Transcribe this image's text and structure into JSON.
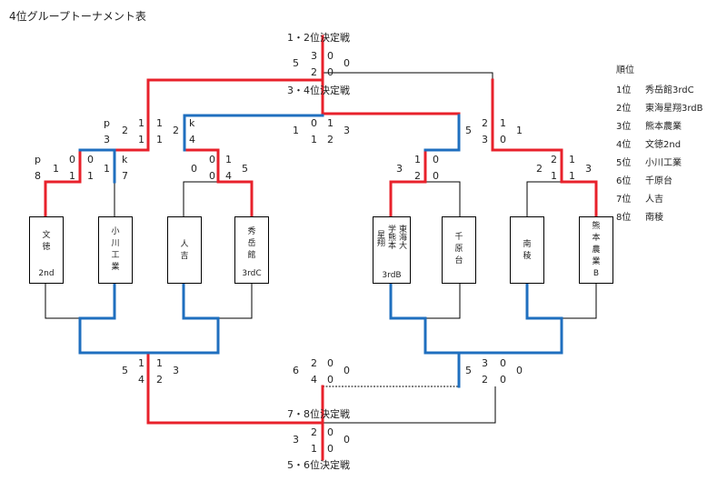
{
  "title": "4位グループトーナメント表",
  "match_titles": {
    "final_12": "1・2位決定戦",
    "final_34": "3・4位決定戦",
    "final_78": "7・8位決定戦",
    "final_56": "5・6位決定戦"
  },
  "teams": [
    {
      "name_col": [
        "文",
        "徳"
      ],
      "suffix": "2nd"
    },
    {
      "name_col": [
        "小",
        "川",
        "工",
        "業"
      ],
      "suffix": ""
    },
    {
      "name_col": [
        "人",
        "吉"
      ],
      "suffix": ""
    },
    {
      "name_col": [
        "秀",
        "岳",
        "館"
      ],
      "suffix": "3rdC"
    },
    {
      "name_col": [
        "東海大",
        "学熊本",
        "星翔"
      ],
      "suffix": "3rdB"
    },
    {
      "name_col": [
        "千",
        "原",
        "台"
      ],
      "suffix": ""
    },
    {
      "name_col": [
        "南",
        "稜"
      ],
      "suffix": ""
    },
    {
      "name_col": [
        "熊",
        "本",
        "農",
        "業",
        "B"
      ],
      "suffix": ""
    }
  ],
  "scores": {
    "r1_a": {
      "l_set": "p",
      "l_row1": "1",
      "l_row2": "8",
      "l_row2b": "1",
      "m1": "0",
      "m2": "1",
      "r_set": "k",
      "r_row1": "1",
      "r_row2": "7"
    },
    "r1_b": {
      "s1": "0",
      "s2": "0",
      "m1": "1",
      "m2": "4",
      "r": "5"
    },
    "r1_c": {
      "l": "3",
      "s1": "1",
      "s2": "2",
      "m1": "0",
      "m2": "0"
    },
    "r1_d": {
      "l1": "2",
      "l2": "1",
      "m1": "1",
      "m2": "1",
      "r1": "1",
      "r2": "3"
    },
    "sf_l": {
      "p": "p",
      "num3": "3",
      "s1": "1",
      "s2": "1",
      "a1": "1",
      "a2": "1",
      "b1": "1",
      "b2": "2",
      "k": "k",
      "k4": "4",
      "c1": "2",
      "c2": "1"
    },
    "sf_r": {
      "a1": "2",
      "a2": "3",
      "b1": "1",
      "b2": "0",
      "c": "1",
      "five": "5"
    },
    "f12": {
      "l": "5",
      "s1": "3",
      "s2": "2",
      "m1": "0",
      "m2": "0",
      "r": "0"
    },
    "f34": {
      "l1": "1",
      "s1": "0",
      "s2": "1",
      "m1": "1",
      "m2": "2",
      "r": "3"
    },
    "cons_l": {
      "l": "5",
      "s1": "1",
      "s2": "4",
      "m1": "1",
      "m2": "2",
      "r": "3"
    },
    "cons_r": {
      "l": "5",
      "s1": "3",
      "s2": "2",
      "m1": "0",
      "m2": "0",
      "r": "0"
    },
    "f56": {
      "l": "6",
      "s1": "2",
      "s2": "4",
      "m1": "0",
      "m2": "0",
      "r": "0"
    },
    "f78": {
      "l": "3",
      "s1": "2",
      "s2": "1",
      "m1": "0",
      "m2": "0",
      "r": "0"
    }
  },
  "ranking": {
    "header": "順位",
    "rows": [
      {
        "place": "1位",
        "team": "秀岳館3rdC"
      },
      {
        "place": "2位",
        "team": "東海星翔3rdB"
      },
      {
        "place": "3位",
        "team": "熊本農業"
      },
      {
        "place": "4位",
        "team": "文徳2nd"
      },
      {
        "place": "5位",
        "team": "小川工業"
      },
      {
        "place": "6位",
        "team": "千原台"
      },
      {
        "place": "7位",
        "team": "人吉"
      },
      {
        "place": "8位",
        "team": "南稜"
      }
    ]
  },
  "colors": {
    "winner_line": "#e8212b",
    "blue_line": "#1f6fbf",
    "base_line": "#000000"
  }
}
